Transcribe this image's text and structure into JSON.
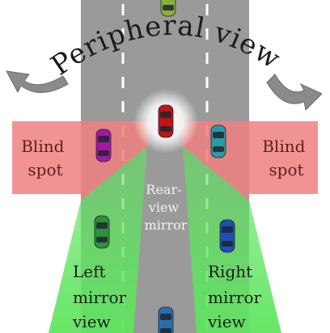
{
  "title": "Peripheral view",
  "labels": {
    "blind_spot_left": [
      "Blind",
      "spot"
    ],
    "blind_spot_right": [
      "Blind",
      "spot"
    ],
    "rear_view_mirror": [
      "Rear-",
      "view",
      "mirror"
    ],
    "left_mirror_view": [
      "Left",
      "mirror",
      "view"
    ],
    "right_mirror_view": [
      "Right",
      "mirror",
      "view"
    ]
  },
  "colors": {
    "road": "#9a9a9a",
    "lane_marking": "#ffffff",
    "blind_spot_zone": "#f08080",
    "mirror_zone": "#5fe55f",
    "main_car": "#c0141a",
    "left_blind_car": "#a01aa0",
    "right_blind_car": "#2a9aa8",
    "left_mirror_car": "#2f8f3a",
    "right_mirror_car": "#1e4fb8",
    "rear_car": "#2a6fb0",
    "front_car": "#88b23a",
    "arrow": "#8a8a8a"
  }
}
